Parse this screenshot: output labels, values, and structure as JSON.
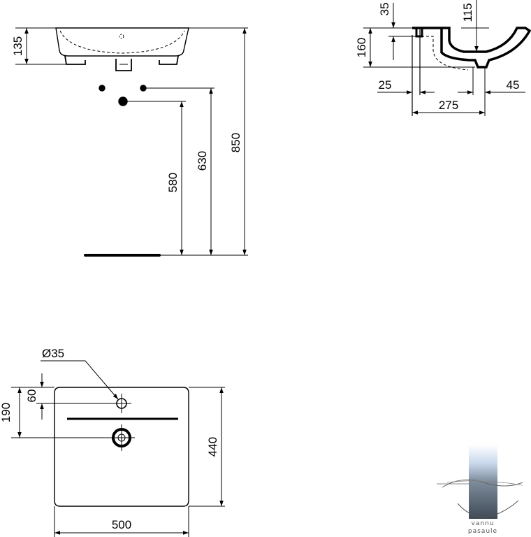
{
  "dimensions": {
    "front_basin_height": "135",
    "front_overall_height": "850",
    "front_supply_height": "630",
    "front_waste_height": "580",
    "side_rim_thickness": "35",
    "side_bowl_depth": "115",
    "side_overall_height": "160",
    "side_wall_offset": "25",
    "side_waste_offset": "45",
    "side_waste_projection": "275",
    "plan_tap_hole_diameter": "Ø35",
    "plan_tap_hole_offset": "60",
    "plan_waste_offset": "190",
    "plan_depth": "440",
    "plan_width": "500"
  },
  "watermark": {
    "line1": "vannu",
    "line2": "pasaule"
  },
  "colors": {
    "line": "#000000",
    "background": "#ffffff"
  }
}
